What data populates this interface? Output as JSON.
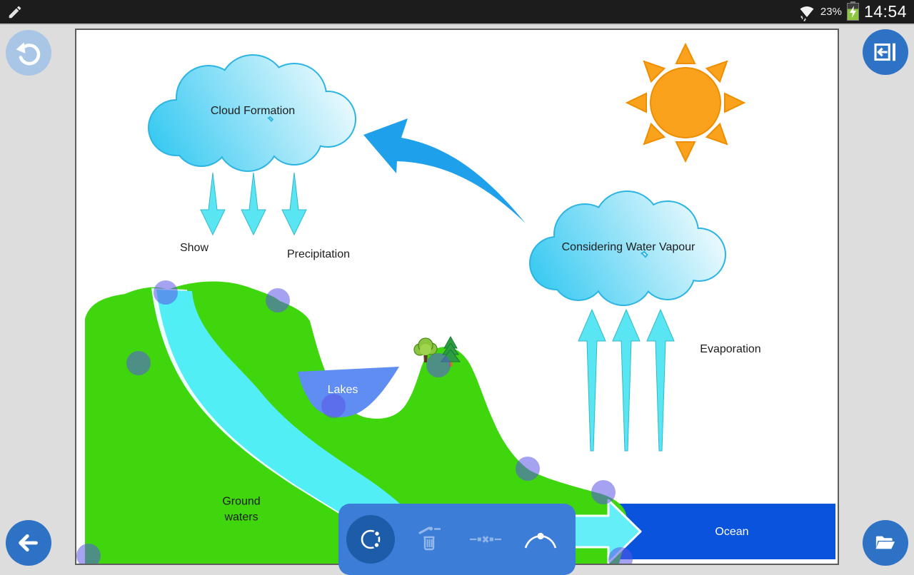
{
  "status_bar": {
    "edit_icon": "pencil-icon",
    "wifi_icon": "wifi-icon",
    "battery_percent": "23%",
    "battery_icon": "battery-charging-icon",
    "time": "14:54"
  },
  "fabs": {
    "undo": {
      "icon": "undo-icon",
      "state": "disabled"
    },
    "hide_panel": {
      "icon": "collapse-right-icon",
      "state": "enabled"
    },
    "back": {
      "icon": "arrow-left-icon",
      "state": "enabled"
    },
    "open_file": {
      "icon": "folder-open-icon",
      "state": "enabled"
    }
  },
  "edit_toolbar": {
    "buttons": [
      {
        "name": "rotate",
        "icon": "rotate-icon",
        "state": "active"
      },
      {
        "name": "delete-node",
        "icon": "trash-icon",
        "state": "disabled"
      },
      {
        "name": "delete-segment",
        "icon": "delete-point-icon",
        "state": "disabled"
      },
      {
        "name": "bezier-curve",
        "icon": "bezier-curve-icon",
        "state": "enabled"
      }
    ]
  },
  "diagram": {
    "title_context": "water-cycle drawing canvas",
    "labels": {
      "cloud_formation": "Cloud Formation",
      "water_vapour": "Considering Water Vapour",
      "show": "Show",
      "precipitation": "Precipitation",
      "evaporation": "Evaporation",
      "lakes": "Lakes",
      "ground_waters": "Ground waters",
      "ocean": "Ocean"
    },
    "colors": {
      "land_green": "#3fd60e",
      "river_cyan": "#52eef6",
      "lake_blue": "#5f8df2",
      "ocean_blue": "#0a53dd",
      "arrow_cyan": "#59e6f2",
      "flow_arrow_blue": "#1ea1ea",
      "sun_orange": "#faa21c",
      "cloud_blue": "#2fc7f1",
      "node_handle_purple": "#5a55e6",
      "toolbar_blue": "#3c7ed7",
      "fab_blue": "#2e72c6"
    },
    "node_handle_count": 9
  }
}
